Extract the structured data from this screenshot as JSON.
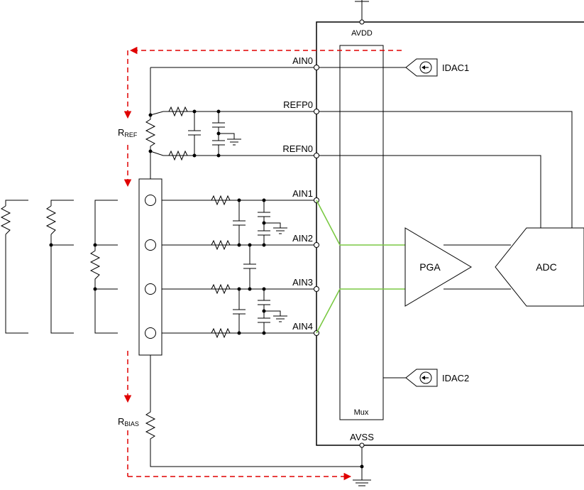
{
  "chip": {
    "supply_label": "AVDD",
    "ground_label": "AVSS",
    "mux_label": "Mux",
    "pga_label": "PGA",
    "adc_label": "ADC",
    "idac1_label": "IDAC1",
    "idac2_label": "IDAC2"
  },
  "pins": {
    "ain0": "AIN0",
    "refp0": "REFP0",
    "refn0": "REFN0",
    "ain1": "AIN1",
    "ain2": "AIN2",
    "ain3": "AIN3",
    "ain4": "AIN4"
  },
  "resistors": {
    "ref_main": "R",
    "ref_sub": "REF",
    "bias_main": "R",
    "bias_sub": "BIAS"
  },
  "colors": {
    "wire": "#000000",
    "current_path": "#e00000",
    "mux_route": "#7ac943"
  }
}
